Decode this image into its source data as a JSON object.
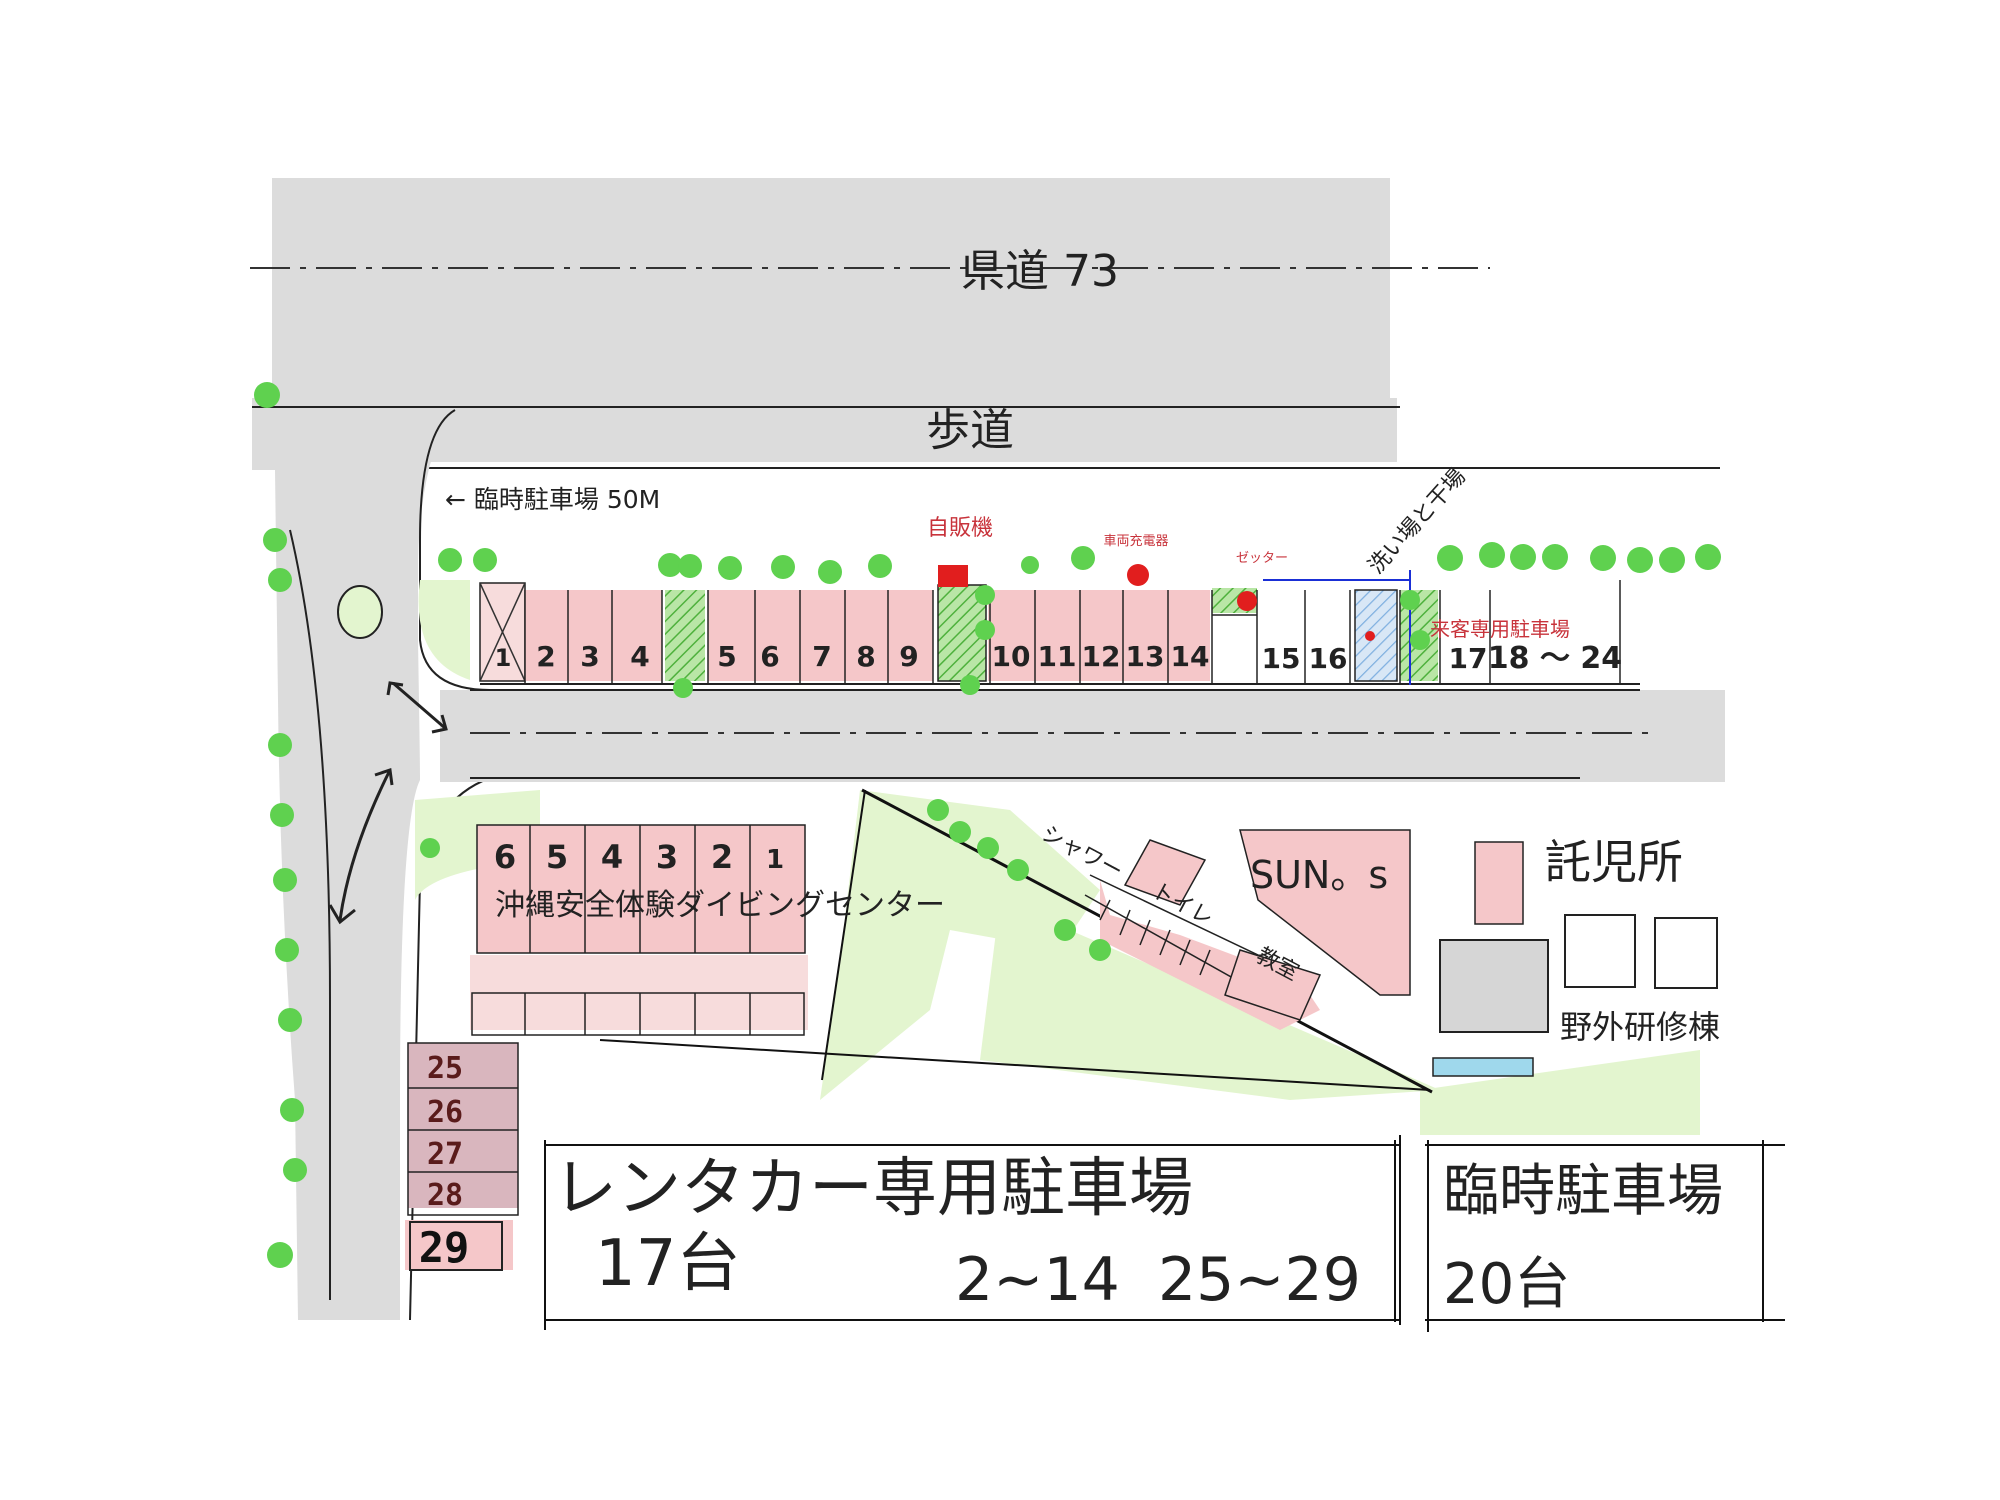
{
  "roads": {
    "prefectural_road": "県道 73",
    "sidewalk": "歩道"
  },
  "temp_parking_direction": "← 臨時駐車場 50M",
  "facilities": {
    "vending_machine": "自販機",
    "ev_charger": "車両充電器",
    "generator": "ゼッター",
    "wash_area": "洗い場と干場",
    "visitor_parking": "来客専用駐車場",
    "diving_center": "沖縄安全体験ダイビングセンター",
    "shower": "シャワー",
    "toilet": "トイレ",
    "classroom": "教室",
    "suns": "SUN。s",
    "daycare": "託児所",
    "outdoor_training": "野外研修棟"
  },
  "top_row_spaces": [
    "1",
    "2",
    "3",
    "4",
    "5",
    "6",
    "7",
    "8",
    "9",
    "10",
    "11",
    "12",
    "13",
    "14",
    "15",
    "16",
    "17",
    "18 〜 24"
  ],
  "center_spaces": [
    "6",
    "5",
    "4",
    "3",
    "2",
    "1"
  ],
  "left_spaces": [
    "25",
    "26",
    "27",
    "28",
    "29"
  ],
  "rental_box": {
    "title": "レンタカー専用駐車場",
    "count": "17台",
    "ranges": "2~14  25~29"
  },
  "temp_box": {
    "title": "臨時駐車場",
    "count": "20台"
  },
  "colors": {
    "road": "#dcdcdc",
    "space_pink": "#f5c7c9",
    "space_mauve": "#d9b6be",
    "tree_green": "#5fd14f",
    "grass_green": "#e3f5cf",
    "hatch_green": "#74c865",
    "wash_blue": "#c4dcf3",
    "building_gray": "#d6d6d6",
    "marker_red": "#e11e1e",
    "label_red": "#c8333b"
  }
}
